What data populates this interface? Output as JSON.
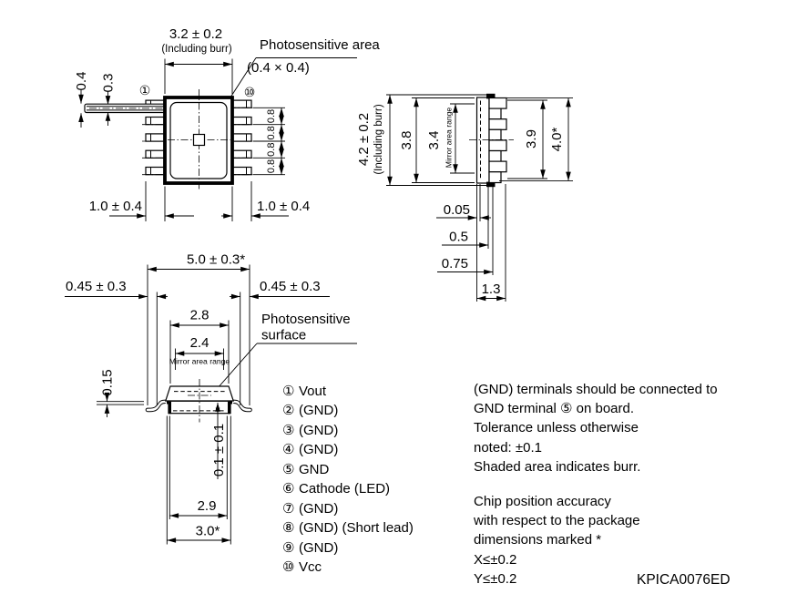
{
  "top_view": {
    "width_dim": "3.2 ± 0.2",
    "width_note": "(Including burr)",
    "photo_label": "Photosensitive area",
    "photo_size": "(0.4 × 0.4)",
    "pin_first": "①",
    "pin_last": "⑩",
    "lead_dim_outer": "0.4",
    "lead_dim_inner": "0.3",
    "pitch": [
      "0.8",
      "0.8",
      "0.8",
      "0.8"
    ],
    "lead_len_left": "1.0 ± 0.4",
    "lead_len_right": "1.0 ± 0.4"
  },
  "side_view": {
    "height_dim": "4.2 ± 0.2",
    "height_note": "(Including burr)",
    "body_height": "3.8",
    "mirror_height": "3.4",
    "mirror_label": "Mirror area range",
    "lead_span": "3.9",
    "overall": "4.0*",
    "standoff": "0.05",
    "lead_width": "0.5",
    "depth": "0.75",
    "total_width": "1.3"
  },
  "front_view": {
    "overall": "5.0 ± 0.3*",
    "foot_left": "0.45 ± 0.3",
    "foot_right": "0.45 ± 0.3",
    "top_width": "2.8",
    "mirror_width": "2.4",
    "mirror_label": "Mirror area range",
    "surface_line1": "Photosensitive",
    "surface_line2": "surface",
    "step": "0.15",
    "standoff": "0.1 ± 0.1",
    "base_width": "2.9",
    "base_width_star": "3.0*"
  },
  "pins": [
    {
      "num": "①",
      "label": "Vout"
    },
    {
      "num": "②",
      "label": "(GND)"
    },
    {
      "num": "③",
      "label": "(GND)"
    },
    {
      "num": "④",
      "label": "(GND)"
    },
    {
      "num": "⑤",
      "label": "GND"
    },
    {
      "num": "⑥",
      "label": "Cathode (LED)"
    },
    {
      "num": "⑦",
      "label": "(GND)"
    },
    {
      "num": "⑧",
      "label": "(GND) (Short lead)"
    },
    {
      "num": "⑨",
      "label": "(GND)"
    },
    {
      "num": "⑩",
      "label": "Vcc"
    }
  ],
  "notes": {
    "block1": [
      "(GND) terminals should be connected to",
      "GND terminal ⑤ on board.",
      "Tolerance unless otherwise",
      "noted: ±0.1",
      "Shaded area indicates burr."
    ],
    "block2": [
      "Chip position accuracy",
      "with respect to the package",
      "dimensions marked *",
      "X≤±0.2",
      "Y≤±0.2"
    ]
  },
  "doc_number": "KPICA0076ED",
  "colors": {
    "line": "#000000",
    "background": "#ffffff"
  }
}
